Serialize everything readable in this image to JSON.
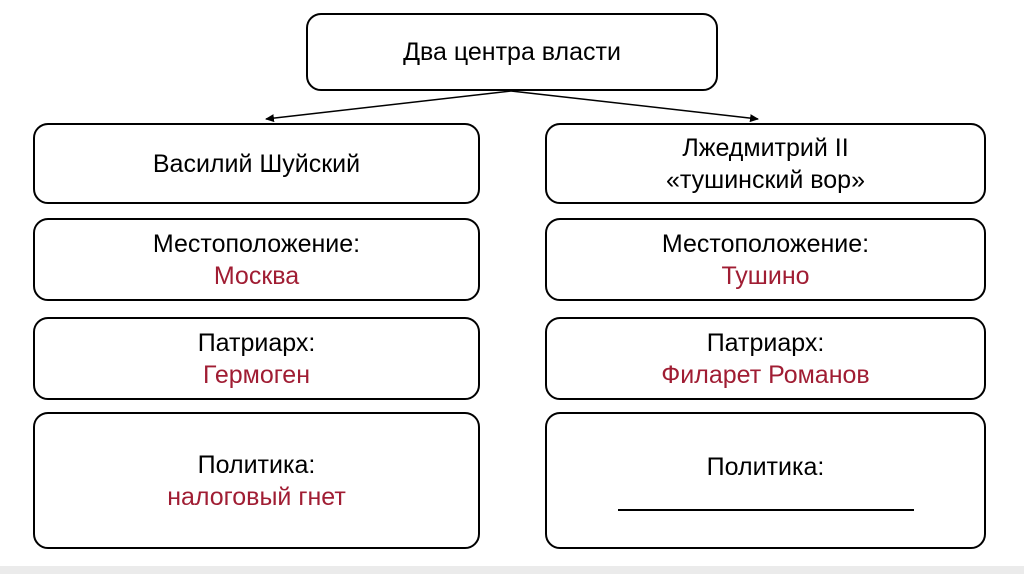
{
  "colors": {
    "value_text": "#a01d33",
    "border": "#000000",
    "background": "#ffffff",
    "bottom_strip": "#ebebeb"
  },
  "title": "Два центра власти",
  "left_column": {
    "header": "Василий Шуйский",
    "location_label": "Местоположение:",
    "location_value": "Москва",
    "patriarch_label": "Патриарх:",
    "patriarch_value": "Гермоген",
    "policy_label": "Политика:",
    "policy_value": "налоговый гнет"
  },
  "right_column": {
    "header_line1": "Лжедмитрий II",
    "header_line2": "«тушинский вор»",
    "location_label": "Местоположение:",
    "location_value": "Тушино",
    "patriarch_label": "Патриарх:",
    "patriarch_value": "Филарет Романов",
    "policy_value_blank": ""
  }
}
